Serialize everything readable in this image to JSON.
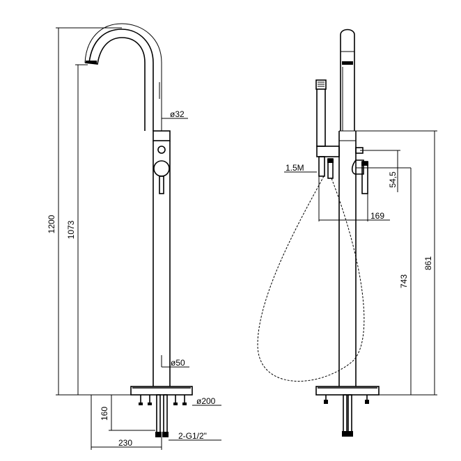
{
  "dimensions": {
    "total_height": "1200",
    "spout_height": "1073",
    "diameter_top": "ø32",
    "diameter_body": "ø50",
    "diameter_base": "ø200",
    "foot_height": "160",
    "inlet_spacing": "230",
    "inlet_thread": "2-G1/2\"",
    "hose_length": "1.5M",
    "handle_offset": "54,5",
    "projection": "169",
    "handshower_height": "743",
    "body_height": "861"
  }
}
